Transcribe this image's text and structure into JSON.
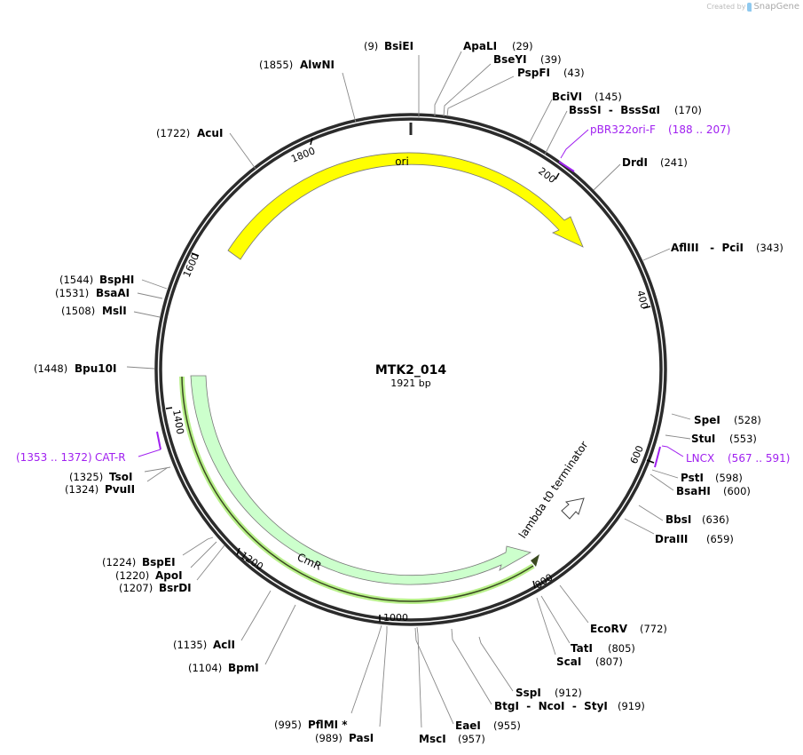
{
  "credit": {
    "prefix": "Created by",
    "brand": "SnapGene"
  },
  "plasmid": {
    "name": "MTK2_014",
    "length_label": "1921 bp",
    "length": 1921
  },
  "colors": {
    "backbone": "#2b2b2b",
    "ori": "#ffff00",
    "cmr": "#ccffcc",
    "cmr_highlight": "#b8f08a",
    "primer": "#a020f0",
    "leader": "#888888"
  },
  "ticks": [
    {
      "pos": 200,
      "label": "200"
    },
    {
      "pos": 400,
      "label": "400"
    },
    {
      "pos": 600,
      "label": "600"
    },
    {
      "pos": 800,
      "label": "800"
    },
    {
      "pos": 1000,
      "label": "1000"
    },
    {
      "pos": 1200,
      "label": "1200"
    },
    {
      "pos": 1400,
      "label": "1400"
    },
    {
      "pos": 1600,
      "label": "1600"
    },
    {
      "pos": 1800,
      "label": "1800"
    }
  ],
  "features": [
    {
      "name": "ori",
      "start": 1570,
      "end": 327,
      "type": "rep_origin",
      "direction": "forward"
    },
    {
      "name": "CmR",
      "start": 1390,
      "end": 752,
      "type": "CDS",
      "direction": "forward"
    },
    {
      "name": "lambda t0 terminator",
      "type": "terminator"
    }
  ],
  "primers": [
    {
      "name": "pBR322ori-F",
      "range": "(188 .. 207)"
    },
    {
      "name": "LNCX",
      "range": "(567 .. 591)"
    },
    {
      "name": "CAT-R",
      "range": "(1353 .. 1372)"
    }
  ],
  "sites": [
    {
      "name": "BsiEI",
      "pos": "(9)"
    },
    {
      "name": "ApaLI",
      "pos": "(29)"
    },
    {
      "name": "BseYI",
      "pos": "(39)"
    },
    {
      "name": "PspFI",
      "pos": "(43)"
    },
    {
      "name": "BciVI",
      "pos": "(145)"
    },
    {
      "name": "BssSI  -  BssSαI",
      "pos": "(170)"
    },
    {
      "name": "DrdI",
      "pos": "(241)"
    },
    {
      "name": "AflIII   -  PciI",
      "pos": "(343)"
    },
    {
      "name": "SpeI",
      "pos": "(528)"
    },
    {
      "name": "StuI",
      "pos": "(553)"
    },
    {
      "name": "PstI",
      "pos": "(598)"
    },
    {
      "name": "BsaHI",
      "pos": "(600)"
    },
    {
      "name": "BbsI",
      "pos": "(636)"
    },
    {
      "name": "DraIII",
      "pos": "(659)"
    },
    {
      "name": "EcoRV",
      "pos": "(772)"
    },
    {
      "name": "TatI",
      "pos": "(805)"
    },
    {
      "name": "ScaI",
      "pos": "(807)"
    },
    {
      "name": "SspI",
      "pos": "(912)"
    },
    {
      "name": "BtgI  -  NcoI  -  StyI",
      "pos": "(919)"
    },
    {
      "name": "EaeI",
      "pos": "(955)"
    },
    {
      "name": "MscI",
      "pos": "(957)"
    },
    {
      "name": "PasI",
      "pos": "(989)"
    },
    {
      "name": "PflMI *",
      "pos": "(995)"
    },
    {
      "name": "BpmI",
      "pos": "(1104)"
    },
    {
      "name": "AclI",
      "pos": "(1135)"
    },
    {
      "name": "BsrDI",
      "pos": "(1207)"
    },
    {
      "name": "ApoI",
      "pos": "(1220)"
    },
    {
      "name": "BspEI",
      "pos": "(1224)"
    },
    {
      "name": "PvuII",
      "pos": "(1324)"
    },
    {
      "name": "TsoI",
      "pos": "(1325)"
    },
    {
      "name": "Bpu10I",
      "pos": "(1448)"
    },
    {
      "name": "MslI",
      "pos": "(1508)"
    },
    {
      "name": "BsaAI",
      "pos": "(1531)"
    },
    {
      "name": "BspHI",
      "pos": "(1544)"
    },
    {
      "name": "AcuI",
      "pos": "(1722)"
    },
    {
      "name": "AlwNI",
      "pos": "(1855)"
    }
  ]
}
